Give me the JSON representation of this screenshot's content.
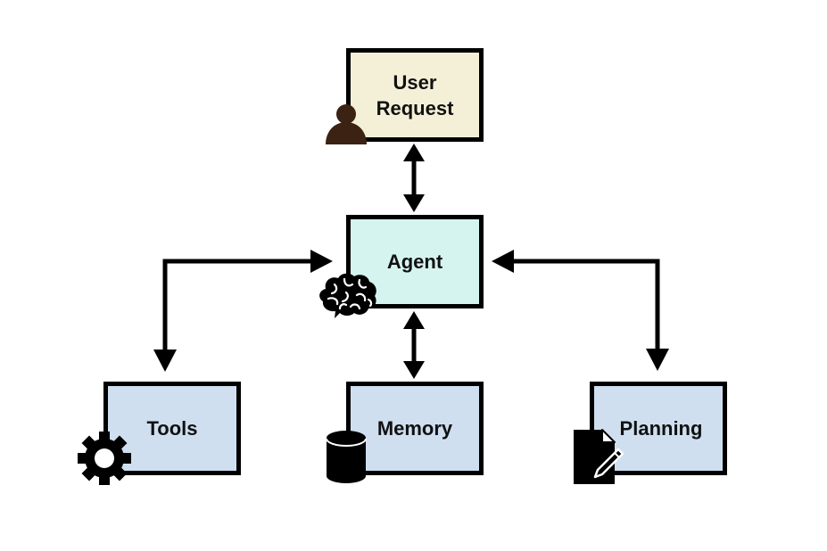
{
  "nodes": {
    "user_request": {
      "label": "User\nRequest",
      "fill": "#f4f0d8"
    },
    "agent": {
      "label": "Agent",
      "fill": "#d5f4ef"
    },
    "tools": {
      "label": "Tools",
      "fill": "#cfdff0"
    },
    "memory": {
      "label": "Memory",
      "fill": "#cfdff0"
    },
    "planning": {
      "label": "Planning",
      "fill": "#cfdff0"
    }
  },
  "icons": {
    "user_request": "person-icon",
    "agent": "brain-icon",
    "tools": "gear-icon",
    "memory": "database-icon",
    "planning": "document-pencil-icon"
  },
  "colors": {
    "border": "#000000",
    "arrow": "#000000",
    "person": "#3b2212",
    "icon": "#000000"
  },
  "connections": [
    {
      "from": "user_request",
      "to": "agent",
      "direction": "both"
    },
    {
      "from": "agent",
      "to": "tools",
      "direction": "both"
    },
    {
      "from": "agent",
      "to": "memory",
      "direction": "both"
    },
    {
      "from": "agent",
      "to": "planning",
      "direction": "both"
    }
  ]
}
